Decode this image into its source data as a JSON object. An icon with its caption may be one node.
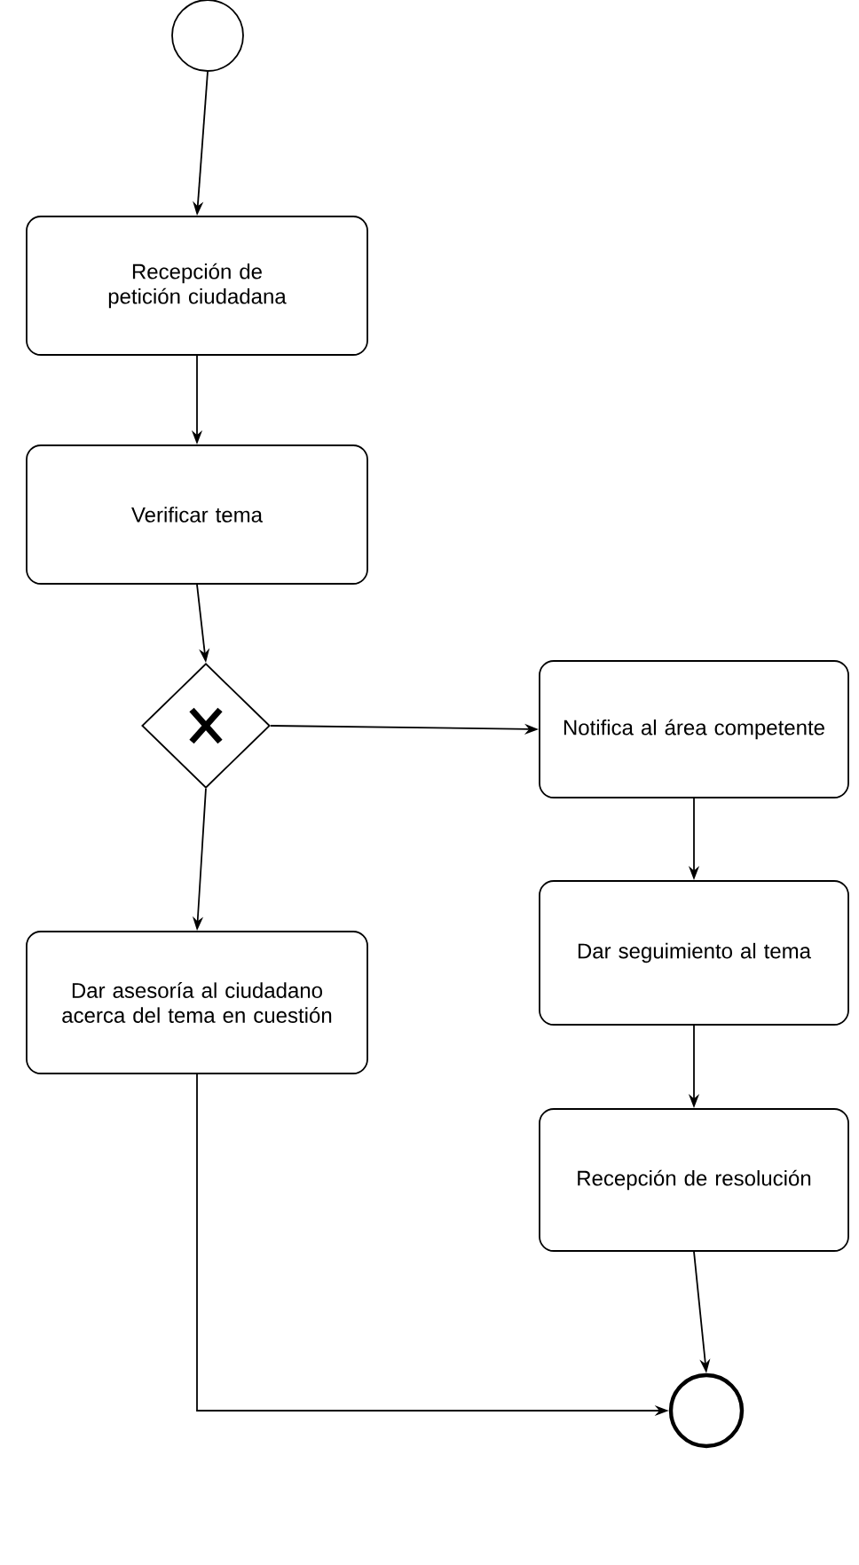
{
  "diagram": {
    "nodes": [
      {
        "text": [],
        "shape": "circle"
      },
      {
        "text": [
          "Recepción de petición ciudadana"
        ]
      },
      {
        "text": [
          "Verificar tema"
        ]
      },
      {
        "text": [],
        "shape": "diamond"
      },
      {
        "text": [
          "Notifica al área competente"
        ]
      },
      {
        "text": [
          "Dar asesoría al ciudadano acerca del tema en cuestión"
        ]
      },
      {
        "text": [
          "Dar seguimiento al tema"
        ]
      },
      {
        "text": [
          "Recepción de resolución"
        ]
      },
      {
        "text": [],
        "shape": "circle"
      }
    ],
    "edges": [
      {
        "from": 0,
        "to": 1,
        "arrow": "to"
      },
      {
        "from": 1,
        "to": 2,
        "arrow": "to"
      },
      {
        "from": 2,
        "to": 3,
        "arrow": "to"
      },
      {
        "from": 3,
        "to": 4,
        "arrow": "to"
      },
      {
        "from": 3,
        "to": 5,
        "arrow": "to"
      },
      {
        "from": 4,
        "to": 6,
        "arrow": "to"
      },
      {
        "from": 6,
        "to": 7,
        "arrow": "to"
      },
      {
        "from": 7,
        "to": 8,
        "arrow": "to"
      },
      {
        "from": 5,
        "to": 8,
        "arrow": "to"
      }
    ]
  }
}
